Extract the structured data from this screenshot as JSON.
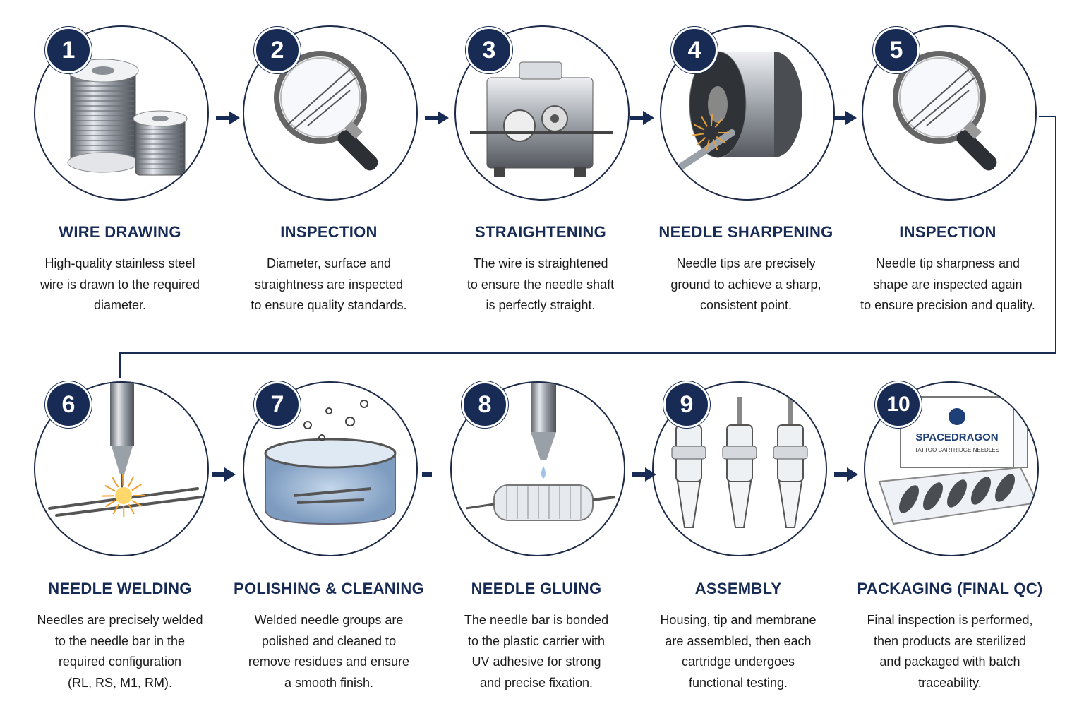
{
  "colors": {
    "navy": "#172b55",
    "text": "#1a1a1a",
    "outline": "#1d2a48"
  },
  "steps": [
    {
      "number": "1",
      "title": "WIRE DRAWING",
      "icon": "wire-spool-icon",
      "lines": [
        "High-quality stainless steel",
        "wire is drawn to the required",
        "diameter."
      ]
    },
    {
      "number": "2",
      "title": "INSPECTION",
      "icon": "magnifier-icon",
      "lines": [
        "Diameter, surface and",
        "straightness are inspected",
        "to ensure quality standards."
      ]
    },
    {
      "number": "3",
      "title": "STRAIGHTENING",
      "icon": "straightening-machine-icon",
      "lines": [
        "The wire is straightened",
        "to ensure the needle shaft",
        "is perfectly straight."
      ]
    },
    {
      "number": "4",
      "title": "NEEDLE SHARPENING",
      "icon": "grinding-wheel-icon",
      "lines": [
        "Needle tips are precisely",
        "ground to achieve a sharp,",
        "consistent point."
      ]
    },
    {
      "number": "5",
      "title": "INSPECTION",
      "icon": "magnifier-icon",
      "lines": [
        "Needle tip sharpness and",
        "shape are inspected again",
        "to ensure precision and quality."
      ]
    },
    {
      "number": "6",
      "title": "NEEDLE WELDING",
      "icon": "welding-torch-icon",
      "lines": [
        "Needles are precisely welded",
        "to the needle bar in the",
        "required configuration",
        "(RL, RS, M1, RM)."
      ]
    },
    {
      "number": "7",
      "title": "POLISHING & CLEANING",
      "icon": "cleaning-bath-icon",
      "lines": [
        "Welded needle groups are",
        "polished and cleaned to",
        "remove residues and ensure",
        "a smooth finish."
      ]
    },
    {
      "number": "8",
      "title": "NEEDLE GLUING",
      "icon": "glue-dispenser-icon",
      "lines": [
        "The needle bar is bonded",
        "to the plastic carrier with",
        "UV adhesive for strong",
        "and precise fixation."
      ]
    },
    {
      "number": "9",
      "title": "ASSEMBLY",
      "icon": "cartridge-icon",
      "lines": [
        "Housing, tip and membrane",
        "are assembled, then each",
        "cartridge undergoes",
        "functional testing."
      ]
    },
    {
      "number": "10",
      "title": "PACKAGING (FINAL QC)",
      "icon": "package-box-icon",
      "lines": [
        "Final inspection is performed,",
        "then products are sterilized",
        "and packaged with batch",
        "traceability."
      ]
    }
  ],
  "package": {
    "brand": "SPACEDRAGON",
    "subtitle": "TATTOO CARTRIDGE NEEDLES"
  }
}
